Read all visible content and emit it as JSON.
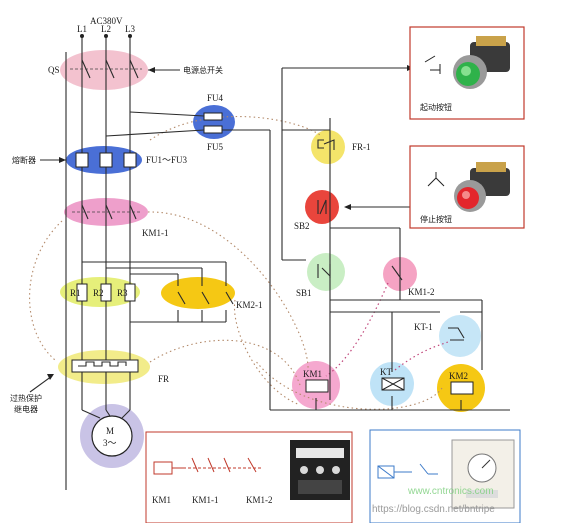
{
  "header": {
    "supply_label": "AC380V"
  },
  "phases": [
    "L1",
    "L2",
    "L3"
  ],
  "components": {
    "qs": {
      "label": "QS",
      "note": "电源总开关"
    },
    "fu4": {
      "label": "FU4"
    },
    "fu5": {
      "label": "FU5"
    },
    "fuses": {
      "label": "FU1～FU3",
      "note": "熔断器"
    },
    "km1_1": {
      "label": "KM1-1"
    },
    "resistors": {
      "r1": "R1",
      "r2": "R2",
      "r3": "R3"
    },
    "km2_1": {
      "label": "KM2-1"
    },
    "fr": {
      "label": "FR",
      "note_line1": "过热保护",
      "note_line2": "继电器"
    },
    "motor": {
      "line1": "M",
      "line2": "3～"
    },
    "fr1": {
      "label": "FR-1"
    },
    "sb2": {
      "label": "SB2"
    },
    "sb1": {
      "label": "SB1"
    },
    "km1_2": {
      "label": "KM1-2"
    },
    "kt1": {
      "label": "KT-1"
    },
    "km1_coil": {
      "label": "KM1"
    },
    "kt_coil": {
      "label": "KT"
    },
    "km2_coil": {
      "label": "KM2"
    }
  },
  "photos": {
    "start": {
      "caption": "起动按钮"
    },
    "stop": {
      "caption": "停止按钮"
    }
  },
  "legend_bottom": {
    "km1": "KM1",
    "km1_1": "KM1-1",
    "km1_2": "KM1-2"
  },
  "watermark": "https://blog.csdn.net/bntripe",
  "watermark_brand": "www.cntronics.com",
  "colors": {
    "qs": "#f3c2cf",
    "fu4": "#4a6fd6",
    "fuses": "#4a6fd6",
    "km1_1": "#ee9fcb",
    "resistors": "#e6ef7a",
    "km2_1": "#f5c814",
    "fr": "#f2ec8a",
    "motor": "#c9c3e6",
    "fr1": "#f4e46a",
    "sb2": "#e9453c",
    "sb1": "#c9eec4",
    "km1_2": "#f5a3c3",
    "kt1": "#c6e6f7",
    "km1_coil": "#f5a8cf",
    "kt_coil": "#bfe3f7",
    "km2_coil": "#f5c814",
    "start_green": "#2fb24a",
    "stop_red": "#e3262c",
    "frame_red": "#c0392b",
    "frame_blue": "#3d7bc9"
  }
}
